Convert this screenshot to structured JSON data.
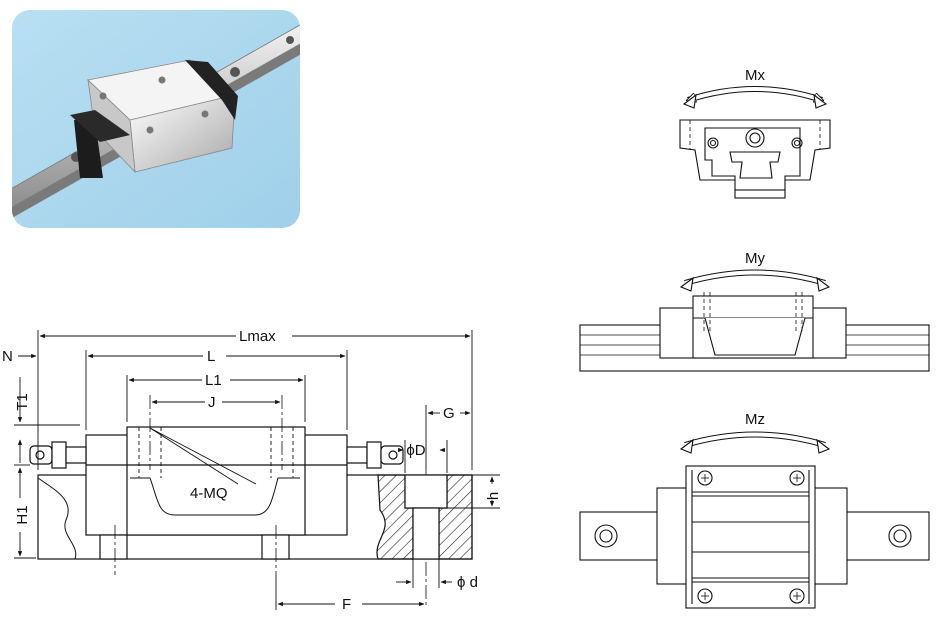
{
  "photo": {
    "alt": "linear guide block on rail photo"
  },
  "front_view": {
    "dimensions": {
      "overall_length": "Lmax",
      "body_length": "L",
      "steel_body_length": "L1",
      "mounting_hole_pitch": "J",
      "grease_nipple_offset": "N",
      "top_thickness": "T1",
      "height": "H1",
      "thread_spec": "4-MQ",
      "counterbore_diameter": "ϕD",
      "counterbore_depth": "h",
      "through_hole_diameter": "ϕ d",
      "rail_end_offset": "G",
      "rail_hole_pitch": "F"
    }
  },
  "moment_views": [
    {
      "label": "Mx"
    },
    {
      "label": "My"
    },
    {
      "label": "Mz"
    }
  ]
}
